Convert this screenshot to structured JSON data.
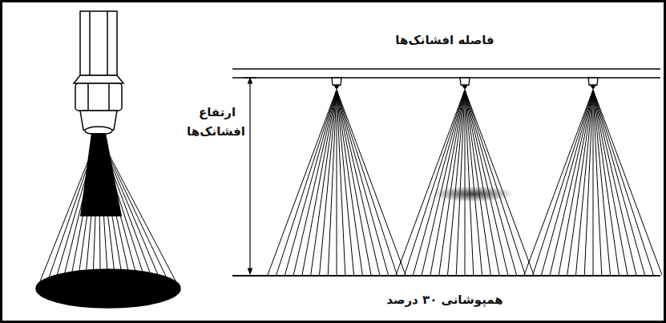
{
  "diagram": {
    "labels": [
      "فاصله افشانک‌ها",
      "ارتفاع افشانک‌ها",
      "همپوشانی ۳۰ درصد"
    ]
  }
}
